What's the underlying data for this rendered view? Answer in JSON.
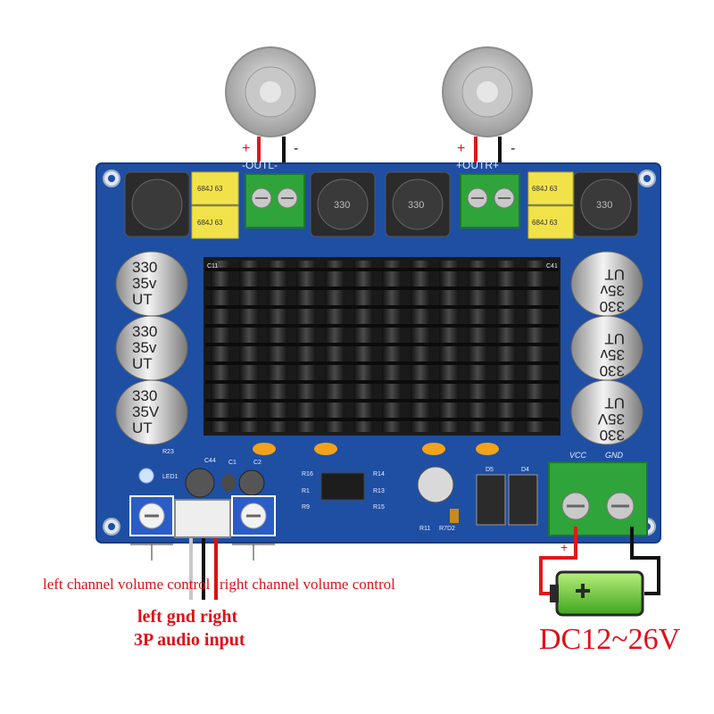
{
  "speaker_left_output": "-OUTL-",
  "speaker_right_output": "+OUTR+",
  "plus_sign": "+",
  "minus_sign": "-",
  "capacitor_values": {
    "capacitance": "330",
    "voltage_v": "35v",
    "voltage_V": "35V",
    "series": "UT"
  },
  "film_cap_label": "684J 63",
  "inductor_label": "330",
  "power_terminal_labels": {
    "vcc": "VCC",
    "gnd": "GND"
  },
  "pcb_silkscreen": {
    "c_left": "C11",
    "c_right": "C41",
    "r23": "R23",
    "led": "LED1",
    "c44": "C44",
    "c1": "C1",
    "c2": "C2",
    "r16": "R16",
    "r1": "R1",
    "r9": "R9",
    "r14": "R14",
    "r13": "R13",
    "r15": "R15",
    "r11": "R11",
    "r7d2": "R7D2",
    "d5": "D5",
    "d4": "D4"
  },
  "annotations": {
    "left_volume": "left channel volume control",
    "right_volume": "right channel volume control",
    "audio_pins": "left gnd right",
    "audio_input": "3P audio input",
    "voltage": "DC12~26V"
  },
  "colors": {
    "pcb": "#1f4fa3",
    "caption_red": "#e0101a",
    "terminal_green": "#2fa43a",
    "battery_green": "#6fd13a"
  }
}
